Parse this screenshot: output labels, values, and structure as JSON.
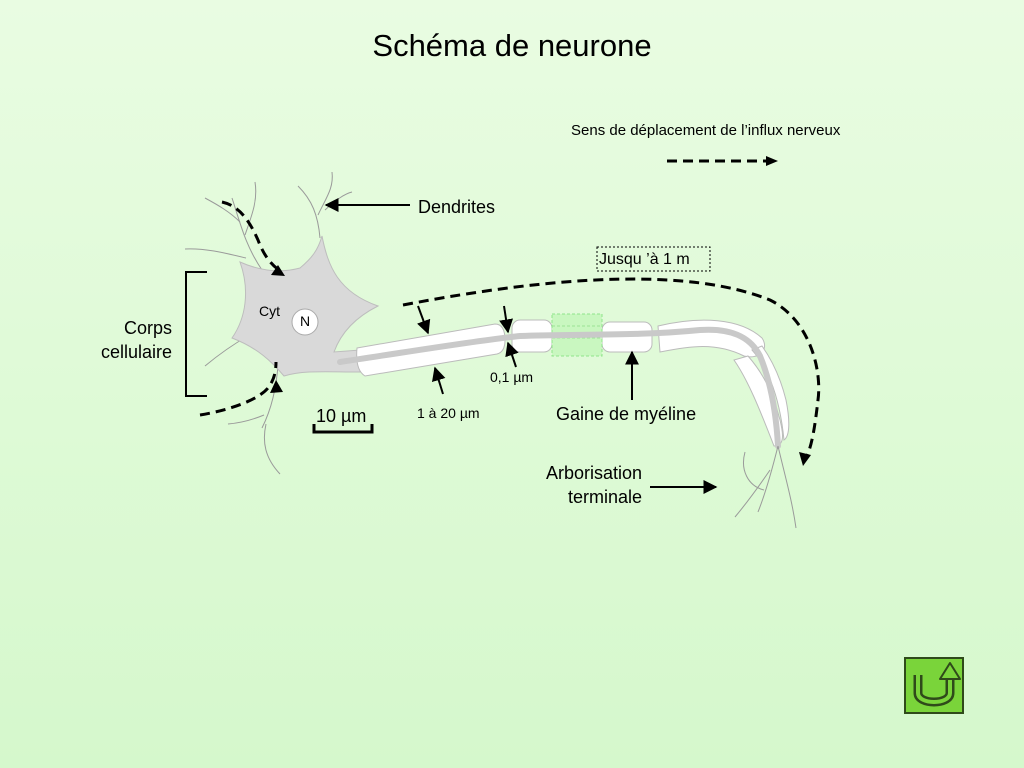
{
  "page_title": "Schéma de neurone",
  "legend": {
    "text": "Sens de déplacement de l’influx nerveux"
  },
  "labels": {
    "dendrites": "Dendrites",
    "length": "Jusqu ’à 1 m",
    "cell_body_line1": "Corps",
    "cell_body_line2": "cellulaire",
    "cytoplasm": "Cyt",
    "nucleus": "N",
    "scale_bar": "10 µm",
    "axon_diameter": "1 à 20 µm",
    "node_width": "0,1 µm",
    "myelin": "Gaine de myéline",
    "terminal_line1": "Arborisation",
    "terminal_line2": "terminale"
  },
  "colors": {
    "background": "#dcf9d3",
    "soma": "#d9d9d9",
    "myelin": "#ffffff",
    "highlight_segment": "#c9f7c0",
    "back_button": "#7ad43a"
  },
  "icons": {
    "back_button": "u-turn-arrow-icon"
  }
}
